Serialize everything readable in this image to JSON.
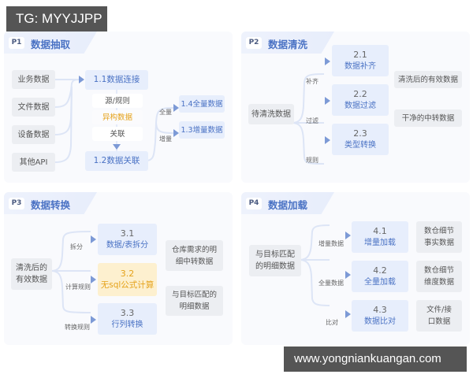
{
  "watermark_top": "TG: MYYJJPP",
  "watermark_bottom": "www.yongniankuangan.com",
  "colors": {
    "panel_bg": "#f9fafd",
    "blue_box": "#e7eefc",
    "blue_text": "#4a72c4",
    "gray_box": "#eceef2",
    "yellow_box": "#fdf0cf",
    "yellow_text": "#e5a21a",
    "arrow": "#7d9ad6",
    "watermark_bg": "#555555"
  },
  "p1": {
    "tag": "P1",
    "title": "数据抽取",
    "sources": [
      "业务数据",
      "文件数据",
      "设备数据",
      "其他API"
    ],
    "connect": "1.1数据连接",
    "steps": [
      "源/规则",
      "异构数据",
      "关联"
    ],
    "relate": "1.2数据关联",
    "branch_labels": [
      "全量",
      "增量"
    ],
    "outputs": [
      "1.4全量数据",
      "1.3增量数据"
    ]
  },
  "p2": {
    "tag": "P2",
    "title": "数据清洗",
    "input": "待清洗数据",
    "branch_labels": [
      "补齐",
      "过滤",
      "规则"
    ],
    "steps": [
      {
        "num": "2.1",
        "name": "数据补齐"
      },
      {
        "num": "2.2",
        "name": "数据过滤"
      },
      {
        "num": "2.3",
        "name": "类型转换"
      }
    ],
    "outputs": [
      "清洗后的有效数据",
      "干净的中转数据"
    ]
  },
  "p3": {
    "tag": "P3",
    "title": "数据转换",
    "input_line1": "清洗后的",
    "input_line2": "有效数据",
    "branch_labels": [
      "拆分",
      "计算规则",
      "转换规则"
    ],
    "steps": [
      {
        "num": "3.1",
        "name": "数据/表拆分"
      },
      {
        "num": "3.2",
        "name": "无sql公式计算"
      },
      {
        "num": "3.3",
        "name": "行列转换"
      }
    ],
    "outputs": [
      {
        "line1": "仓库需求的明",
        "line2": "细中转数据"
      },
      {
        "line1": "与目标匹配的",
        "line2": "明细数据"
      }
    ]
  },
  "p4": {
    "tag": "P4",
    "title": "数据加载",
    "input_line1": "与目标匹配",
    "input_line2": "的明细数据",
    "branch_labels": [
      "增量数据",
      "全量数据",
      "比对"
    ],
    "steps": [
      {
        "num": "4.1",
        "name": "增量加载"
      },
      {
        "num": "4.2",
        "name": "全量加载"
      },
      {
        "num": "4.3",
        "name": "数据比对"
      }
    ],
    "outputs": [
      {
        "line1": "数仓细节",
        "line2": "事实数据"
      },
      {
        "line1": "数仓细节",
        "line2": "维度数据"
      },
      {
        "line1": "文件/接",
        "line2": "口数据"
      }
    ]
  }
}
